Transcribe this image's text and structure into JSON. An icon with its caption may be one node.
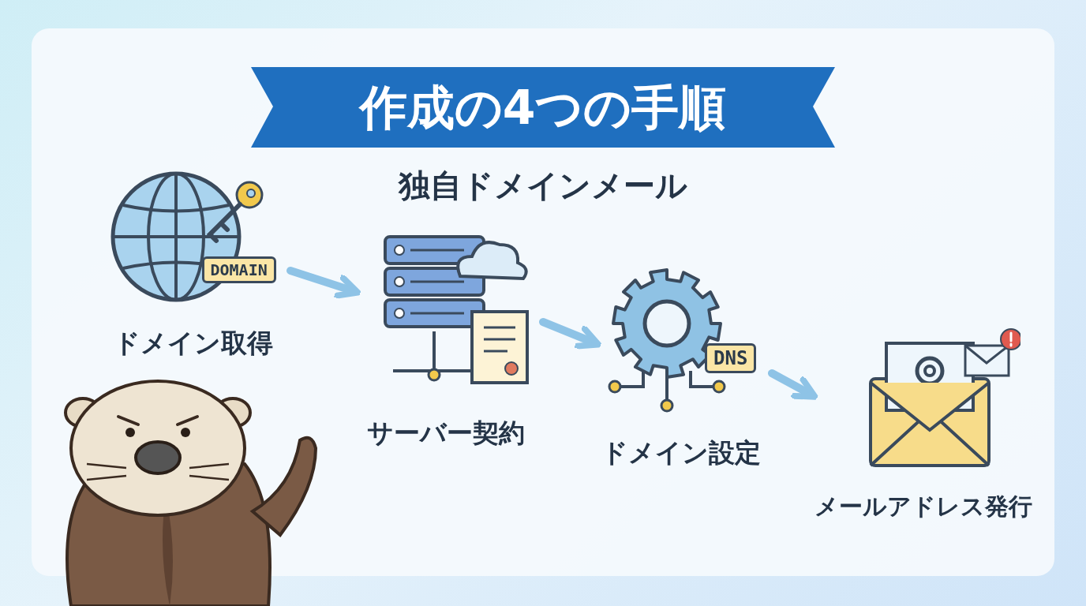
{
  "diagram": {
    "title": "作成の4つの手順",
    "nodes": [
      {
        "text": [
          "ドメイン取得"
        ]
      },
      {
        "text": [
          "サーバー契約"
        ]
      },
      {
        "text": [
          "ドメイン設定"
        ]
      },
      {
        "text": [
          "メールアドレス発行"
        ]
      }
    ],
    "edges": [
      {
        "from": 0,
        "to": 1,
        "arrow": "to"
      },
      {
        "from": 1,
        "to": 2,
        "arrow": "to"
      },
      {
        "from": 2,
        "to": 3,
        "arrow": "to"
      }
    ],
    "labels": [
      "独自ドメインメール",
      "DOMAIN",
      "DNS"
    ]
  }
}
